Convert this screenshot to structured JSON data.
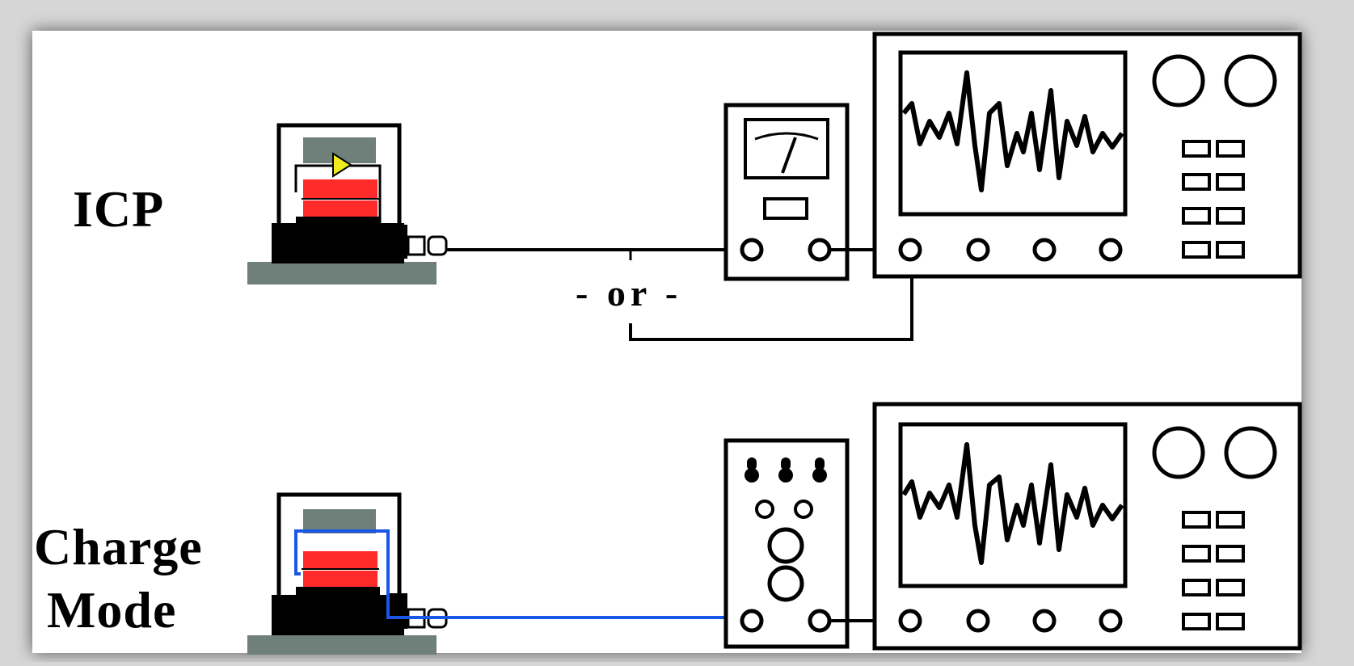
{
  "labels": {
    "icp": "ICP",
    "charge": "Charge",
    "mode": "Mode",
    "or": "- or -"
  },
  "colors": {
    "background": "#ffffff",
    "frame_shadow": "#d6d6d6",
    "sensor_gray": "#6f807b",
    "sensor_red": "#ff2a2a",
    "sensor_black": "#000000",
    "icp_amplifier": "#f2ec1e",
    "charge_wire": "#1b57e6",
    "line": "#000000"
  }
}
